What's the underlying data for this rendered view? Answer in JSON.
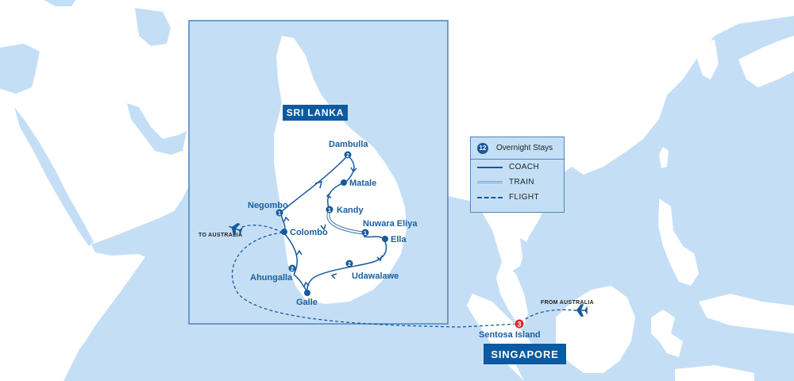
{
  "map": {
    "inset_region": "SRI LANKA",
    "destination_region": "SINGAPORE",
    "colors": {
      "water": "#c4dff5",
      "land": "#ffffff",
      "route": "#155a9c",
      "label": "#1a5fa0",
      "tag_bg": "#0c5aa0",
      "highlight": "#e0202e",
      "frame": "#4f82bd"
    }
  },
  "legend": {
    "total_nights": "12",
    "title": "Overnight Stays",
    "items": [
      {
        "type": "coach",
        "label": "COACH"
      },
      {
        "type": "train",
        "label": "TRAIN"
      },
      {
        "type": "flight",
        "label": "FLIGHT"
      }
    ]
  },
  "stops": [
    {
      "name": "Dambulla",
      "nights": "2"
    },
    {
      "name": "Matale",
      "nights": ""
    },
    {
      "name": "Kandy",
      "nights": "1"
    },
    {
      "name": "Nuwara Eliya",
      "nights": "1"
    },
    {
      "name": "Ella",
      "nights": ""
    },
    {
      "name": "Udawalawe",
      "nights": "2"
    },
    {
      "name": "Galle",
      "nights": ""
    },
    {
      "name": "Ahungalla",
      "nights": "2"
    },
    {
      "name": "Colombo",
      "nights": ""
    },
    {
      "name": "Negombo",
      "nights": "1"
    },
    {
      "name": "Sentosa Island",
      "nights": "3"
    }
  ],
  "flights": {
    "outbound": "TO AUSTRALIA",
    "inbound": "FROM AUSTRALIA"
  }
}
